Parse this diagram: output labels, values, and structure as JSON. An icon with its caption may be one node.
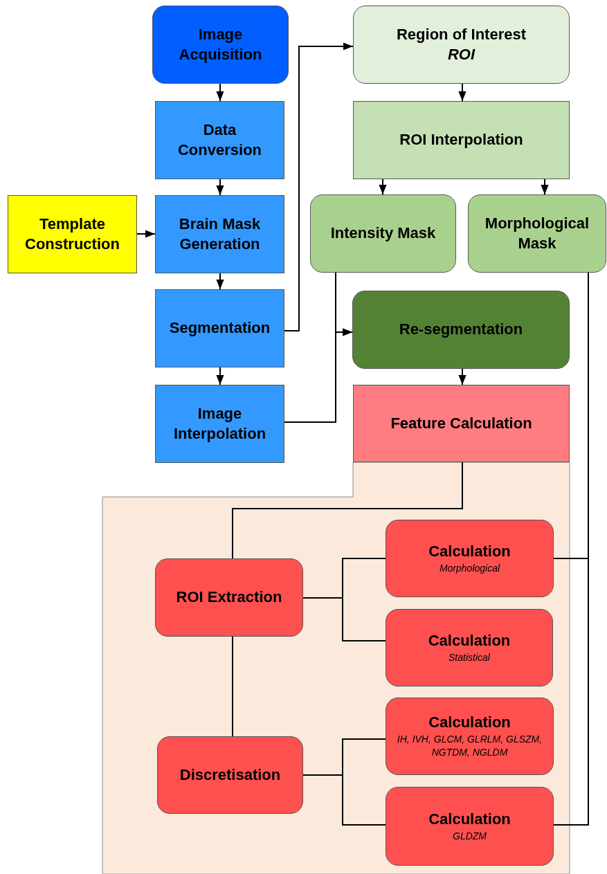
{
  "diagram": {
    "nodes": [
      {
        "text": [
          "Image Acquisition"
        ]
      },
      {
        "text": [
          "Data Conversion"
        ]
      },
      {
        "text": [
          "Template Construction"
        ]
      },
      {
        "text": [
          "Brain Mask Generation"
        ]
      },
      {
        "text": [
          "Segmentation"
        ]
      },
      {
        "text": [
          "Image Interpolation"
        ]
      },
      {
        "text": [
          "Region of Interest",
          "ROI"
        ]
      },
      {
        "text": [
          "ROI Interpolation"
        ]
      },
      {
        "text": [
          "Intensity Mask"
        ]
      },
      {
        "text": [
          "Morphological Mask"
        ]
      },
      {
        "text": [
          "Re-segmentation"
        ]
      },
      {
        "text": [
          "Feature Calculation"
        ]
      },
      {
        "text": [
          "ROI Extraction"
        ]
      },
      {
        "text": [
          "Calculation",
          "Morphological"
        ]
      },
      {
        "text": [
          "Calculation",
          "Statistical"
        ]
      },
      {
        "text": [
          "Calculation",
          "IH, IVH, GLCM, GLRLM, GLSZM, NGTDM, NGLDM"
        ]
      },
      {
        "text": [
          "Discretisation"
        ]
      },
      {
        "text": [
          "Calculation",
          "GLDZM"
        ]
      }
    ],
    "edges": [
      {
        "from": 0,
        "to": 1,
        "arrow": "to"
      },
      {
        "from": 1,
        "to": 3,
        "arrow": "to"
      },
      {
        "from": 2,
        "to": 3,
        "arrow": "to"
      },
      {
        "from": 3,
        "to": 4,
        "arrow": "to"
      },
      {
        "from": 4,
        "to": 5,
        "arrow": "to"
      },
      {
        "from": 4,
        "to": 6,
        "arrow": "to"
      },
      {
        "from": 6,
        "to": 7,
        "arrow": "to"
      },
      {
        "from": 7,
        "to": 8,
        "arrow": "to"
      },
      {
        "from": 7,
        "to": 9,
        "arrow": "to"
      },
      {
        "from": 8,
        "to": 10,
        "arrow": "to"
      },
      {
        "from": 5,
        "to": 10,
        "arrow": "to"
      },
      {
        "from": 10,
        "to": 11,
        "arrow": "to"
      },
      {
        "from": 11,
        "to": 12,
        "arrow": "none"
      },
      {
        "from": 12,
        "to": 13,
        "arrow": "none"
      },
      {
        "from": 12,
        "to": 14,
        "arrow": "none"
      },
      {
        "from": 12,
        "to": 16,
        "arrow": "none"
      },
      {
        "from": 16,
        "to": 15,
        "arrow": "none"
      },
      {
        "from": 16,
        "to": 17,
        "arrow": "none"
      },
      {
        "from": 13,
        "to": 9,
        "arrow": "none"
      },
      {
        "from": 17,
        "to": 9,
        "arrow": "none"
      }
    ]
  }
}
